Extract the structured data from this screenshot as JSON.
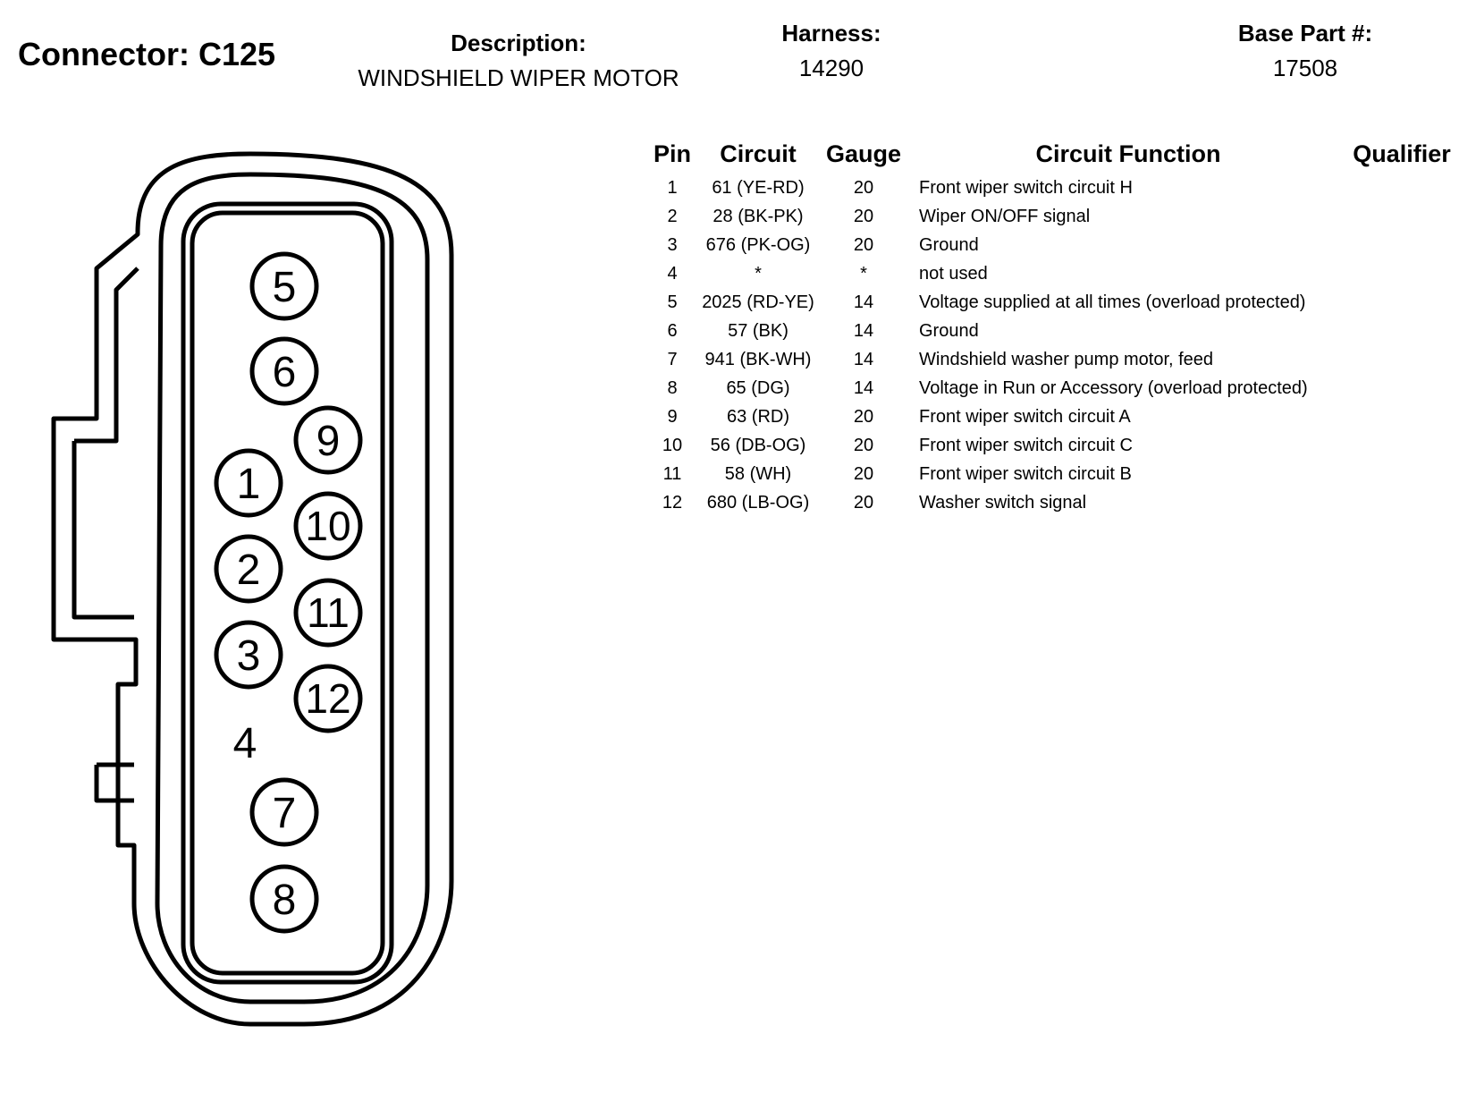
{
  "header": {
    "connector": "Connector: C125",
    "description_label": "Description:",
    "description_value": "WINDSHIELD WIPER MOTOR",
    "harness_label": "Harness:",
    "harness_value": "14290",
    "base_part_label": "Base Part #:",
    "base_part_value": "17508"
  },
  "columns": {
    "pin": "Pin",
    "circuit": "Circuit",
    "gauge": "Gauge",
    "function": "Circuit Function",
    "qualifier": "Qualifier"
  },
  "rows": [
    {
      "pin": "1",
      "circuit": "61 (YE-RD)",
      "gauge": "20",
      "function": "Front wiper switch circuit H",
      "qualifier": ""
    },
    {
      "pin": "2",
      "circuit": "28 (BK-PK)",
      "gauge": "20",
      "function": "Wiper ON/OFF signal",
      "qualifier": ""
    },
    {
      "pin": "3",
      "circuit": "676 (PK-OG)",
      "gauge": "20",
      "function": "Ground",
      "qualifier": ""
    },
    {
      "pin": "4",
      "circuit": "*",
      "gauge": "*",
      "function": "not used",
      "qualifier": ""
    },
    {
      "pin": "5",
      "circuit": "2025 (RD-YE)",
      "gauge": "14",
      "function": "Voltage supplied at all times (overload protected)",
      "qualifier": ""
    },
    {
      "pin": "6",
      "circuit": "57 (BK)",
      "gauge": "14",
      "function": "Ground",
      "qualifier": ""
    },
    {
      "pin": "7",
      "circuit": "941 (BK-WH)",
      "gauge": "14",
      "function": "Windshield washer pump motor, feed",
      "qualifier": ""
    },
    {
      "pin": "8",
      "circuit": "65 (DG)",
      "gauge": "14",
      "function": "Voltage in Run or Accessory (overload protected)",
      "qualifier": ""
    },
    {
      "pin": "9",
      "circuit": "63 (RD)",
      "gauge": "20",
      "function": "Front wiper switch circuit A",
      "qualifier": ""
    },
    {
      "pin": "10",
      "circuit": "56 (DB-OG)",
      "gauge": "20",
      "function": "Front wiper switch circuit C",
      "qualifier": ""
    },
    {
      "pin": "11",
      "circuit": "58 (WH)",
      "gauge": "20",
      "function": "Front wiper switch circuit B",
      "qualifier": ""
    },
    {
      "pin": "12",
      "circuit": "680 (LB-OG)",
      "gauge": "20",
      "function": "Washer switch signal",
      "qualifier": ""
    }
  ],
  "connector_pins": {
    "circled": [
      "5",
      "6",
      "9",
      "1",
      "10",
      "2",
      "11",
      "3",
      "12",
      "7",
      "8"
    ],
    "uncircled": [
      "4"
    ]
  }
}
